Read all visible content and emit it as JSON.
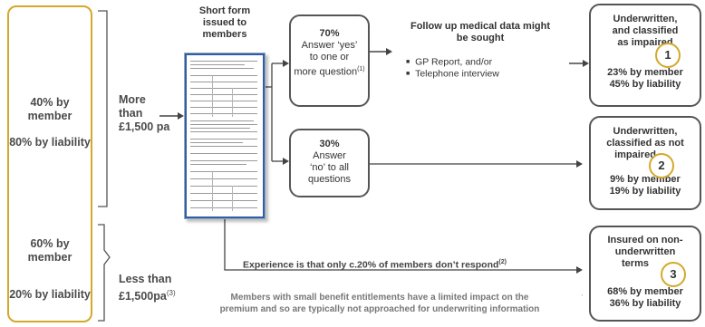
{
  "left_panel": {
    "top_pct_member": "40% by member",
    "top_pct_liability": "80% by liability",
    "bottom_pct_member": "60% by member",
    "bottom_pct_liability": "20% by liability"
  },
  "branch_more": {
    "line1": "More",
    "line2": "than",
    "line3": "£1,500 pa"
  },
  "branch_less": {
    "line1": "Less than",
    "line2": "£1,500pa",
    "sup": "(3)"
  },
  "form_caption": {
    "line1": "Short form",
    "line2": "issued to",
    "line3": "members"
  },
  "yes_box": {
    "pct": "70%",
    "line1": "Answer ‘yes’",
    "line2": "to one or",
    "line3": "more question",
    "sup": "(1)"
  },
  "no_box": {
    "pct": "30%",
    "line1": "Answer",
    "line2": "‘no’ to all",
    "line3": "questions"
  },
  "follow_up": {
    "title_line1": "Follow up medical data might",
    "title_line2": "be sought",
    "bullets": [
      "GP Report, and/or",
      "Telephone interview"
    ]
  },
  "experience_note": {
    "text": "Experience is that only c.20% of members don’t respond",
    "sup": "(2)"
  },
  "small_benefit_note": {
    "line1": "Members with small benefit entitlements have a limited impact on the",
    "line2": "premium and so are typically not approached for underwriting information"
  },
  "outcomes": [
    {
      "num": "1",
      "title_l1": "Underwritten,",
      "title_l2": "and classified",
      "title_l3": "as impaired",
      "member": "23% by member",
      "liability": "45% by liability"
    },
    {
      "num": "2",
      "title_l1": "Underwritten,",
      "title_l2": "classified as not",
      "title_l3": "impaired",
      "member": "9% by member",
      "liability": "19% by liability"
    },
    {
      "num": "3",
      "title_l1": "Insured on non-",
      "title_l2": "underwritten",
      "title_l3": "terms",
      "member": "68% by member",
      "liability": "36% by liability"
    }
  ],
  "colors": {
    "accent_gold": "#d4a82a",
    "text_gray": "#4a4a4a",
    "form_blue": "#2d5fa8"
  }
}
